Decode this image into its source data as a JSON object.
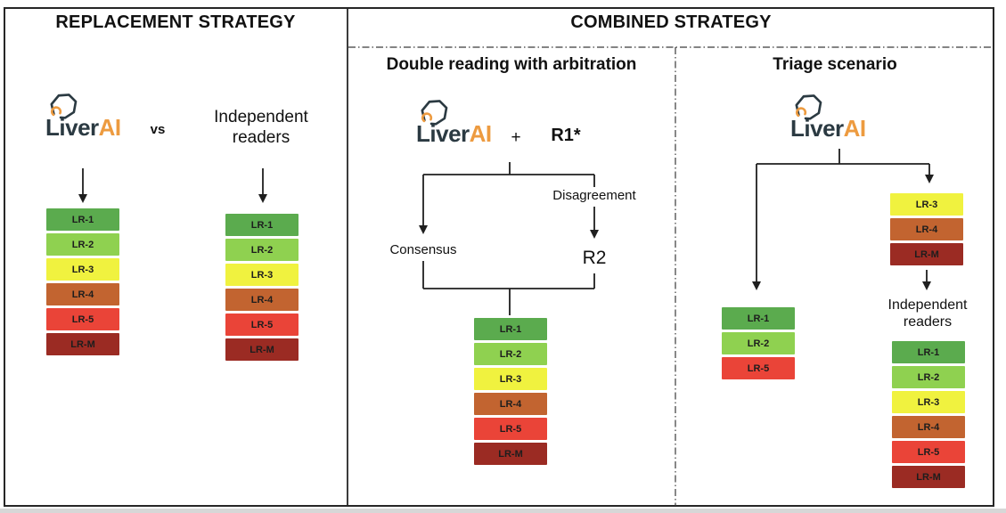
{
  "replacement": {
    "title": "REPLACEMENT STRATEGY",
    "vs": "vs",
    "independent_readers": {
      "line1": "Independent",
      "line2": "readers"
    }
  },
  "combined": {
    "title": "COMBINED STRATEGY",
    "double_reading": {
      "title": "Double reading with arbitration",
      "plus": "+",
      "r1": "R1*",
      "disagreement": "Disagreement",
      "consensus": "Consensus",
      "r2": "R2"
    },
    "triage": {
      "title": "Triage scenario",
      "independent_readers": {
        "line1": "Independent",
        "line2": "readers"
      }
    }
  },
  "logo": {
    "word_dark": "Liver",
    "word_orange": "AI",
    "dark_color": "#2B3A42",
    "orange_color": "#ED9B40"
  },
  "line_color": "#1F1F1F",
  "stacks": {
    "full": [
      {
        "label": "LR-1",
        "color": "#5BAB4E"
      },
      {
        "label": "LR-2",
        "color": "#8FD150"
      },
      {
        "label": "LR-3",
        "color": "#F0F23F"
      },
      {
        "label": "LR-4",
        "color": "#C26430"
      },
      {
        "label": "LR-5",
        "color": "#EA4438"
      },
      {
        "label": "LR-M",
        "color": "#9B2B23"
      }
    ],
    "triage_low": [
      {
        "label": "LR-1",
        "color": "#5BAB4E"
      },
      {
        "label": "LR-2",
        "color": "#8FD150"
      },
      {
        "label": "LR-5",
        "color": "#EA4438"
      }
    ],
    "triage_high": [
      {
        "label": "LR-3",
        "color": "#F0F23F"
      },
      {
        "label": "LR-4",
        "color": "#C26430"
      },
      {
        "label": "LR-M",
        "color": "#9B2B23"
      }
    ]
  }
}
